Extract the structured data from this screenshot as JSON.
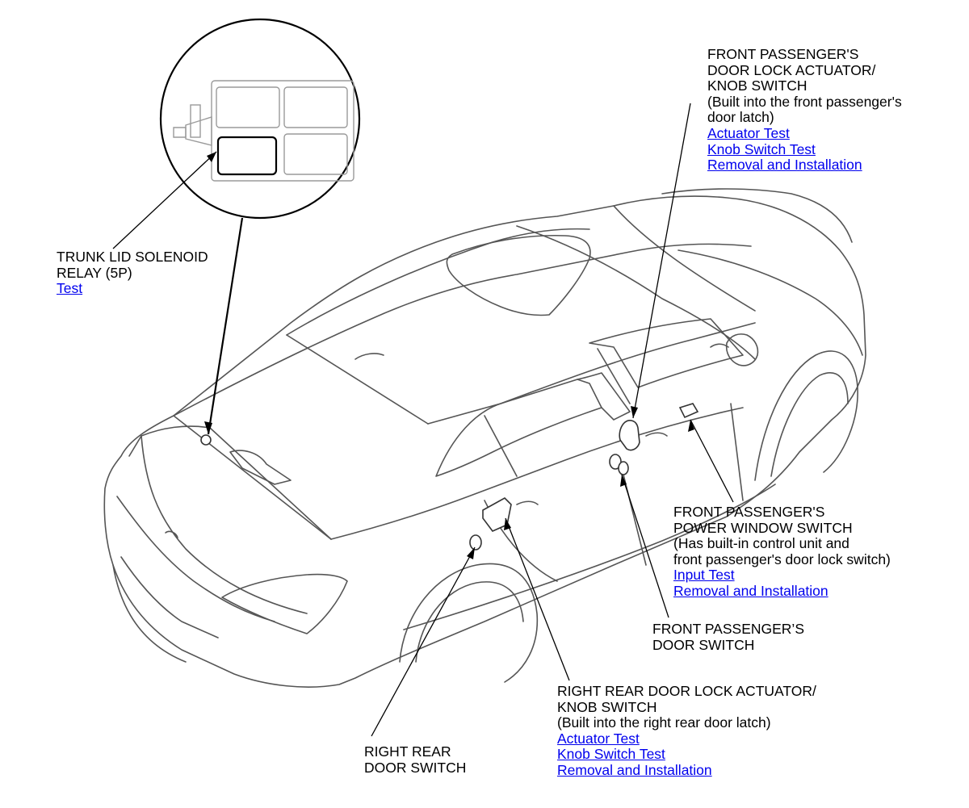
{
  "callouts": {
    "trunk_relay": {
      "title_lines": [
        "TRUNK LID SOLENOID",
        "RELAY (5P)"
      ],
      "links": [
        "Test"
      ]
    },
    "front_lock_actuator": {
      "title_lines": [
        "FRONT PASSENGER'S",
        "DOOR LOCK ACTUATOR/",
        "KNOB SWITCH",
        "(Built into the front passenger's",
        "door latch)"
      ],
      "links": [
        "Actuator Test",
        "Knob Switch Test",
        "Removal and Installation"
      ]
    },
    "power_window_switch": {
      "title_lines": [
        "FRONT PASSENGER'S",
        "POWER WINDOW SWITCH",
        "(Has built-in control unit and",
        "front passenger's door lock switch)"
      ],
      "links": [
        "Input Test",
        "Removal and Installation"
      ]
    },
    "front_door_switch": {
      "title_lines": [
        "FRONT PASSENGER’S",
        "DOOR SWITCH"
      ],
      "links": []
    },
    "rear_lock_actuator": {
      "title_lines": [
        "RIGHT REAR DOOR LOCK ACTUATOR/",
        "KNOB SWITCH",
        "(Built into the right rear door latch)"
      ],
      "links": [
        "Actuator Test",
        "Knob Switch Test",
        "Removal and Installation"
      ]
    },
    "rear_door_switch": {
      "title_lines": [
        "RIGHT REAR",
        "DOOR SWITCH"
      ],
      "links": []
    }
  },
  "colors": {
    "link": "#0000ee",
    "line": "#000000",
    "car_outline": "#555555"
  }
}
